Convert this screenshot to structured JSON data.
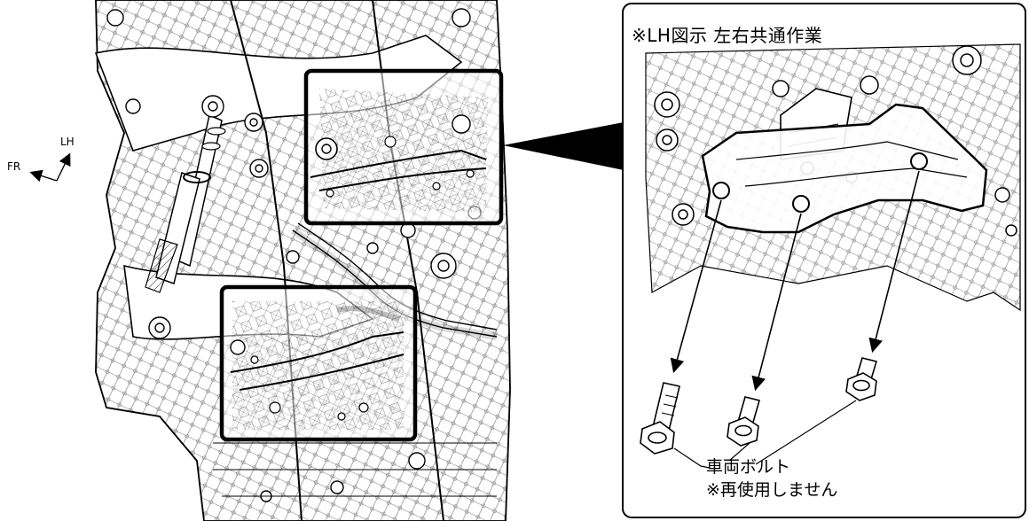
{
  "orientation": {
    "lh_label": "LH",
    "fr_label": "FR"
  },
  "detail_panel": {
    "title": "※LH図示 左右共通作業",
    "callout_line1": "車両ボルト",
    "callout_line2": "※再使用しません"
  },
  "colors": {
    "line": "#000000",
    "background": "#ffffff",
    "hatch": "#555555"
  }
}
